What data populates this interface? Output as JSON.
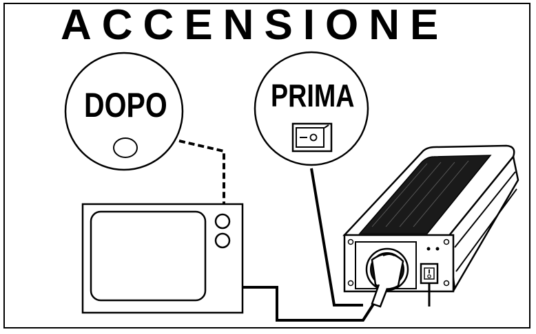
{
  "title": "ACCENSIONE",
  "bubbles": {
    "after": {
      "label": "DOPO"
    },
    "before": {
      "label": "PRIMA"
    }
  },
  "colors": {
    "ink": "#000000",
    "paper": "#ffffff",
    "shade": "#1a1a1a"
  }
}
